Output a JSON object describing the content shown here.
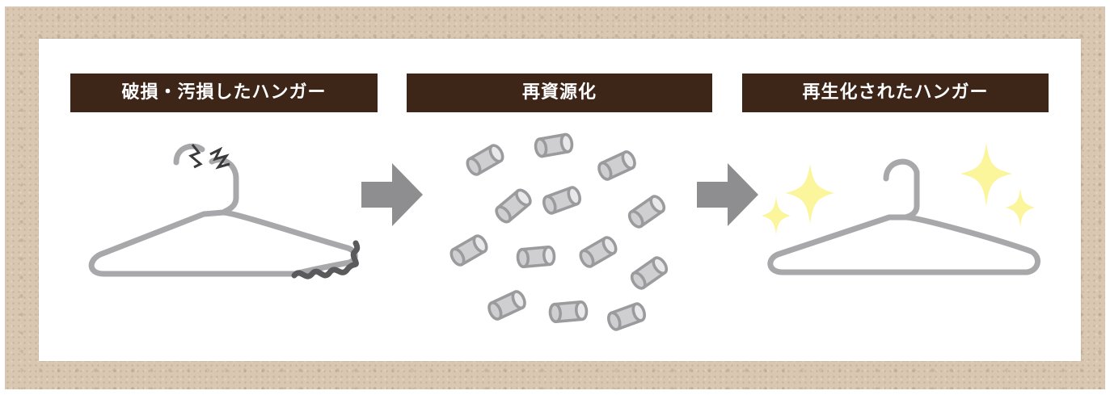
{
  "steps": [
    {
      "label": "破損・汚損したハンガー",
      "icon": "damaged-hanger-icon"
    },
    {
      "label": "再資源化",
      "icon": "recycled-pellets-icon"
    },
    {
      "label": "再生化されたハンガー",
      "icon": "regenerated-hanger-icon"
    }
  ],
  "arrows": [
    "arrow-right-icon",
    "arrow-right-icon"
  ],
  "colors": {
    "label_background": "#3d2518",
    "label_text": "#ffffff",
    "hanger_gray": "#a8a8ab",
    "damage_gray": "#5a5a5c",
    "pellet_fill": "#cfcfd1",
    "pellet_stroke": "#9b9b9e",
    "arrow_gray": "#8e8e90",
    "sparkle_yellow": "#fbf59b",
    "frame_paper": "#d9c7b1"
  }
}
